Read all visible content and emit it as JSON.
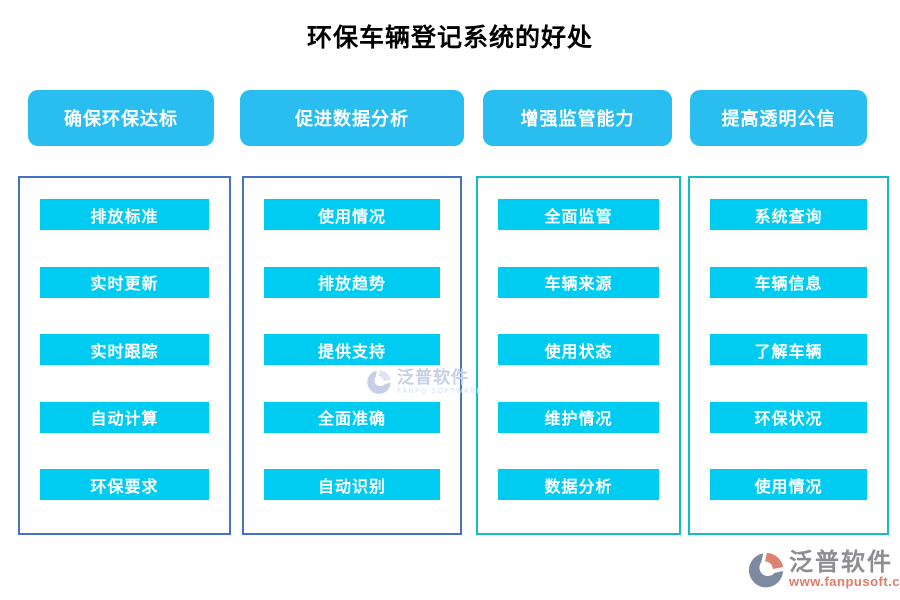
{
  "page": {
    "title": "环保车辆登记系统的好处"
  },
  "columns": [
    {
      "header": "确保环保达标",
      "items": [
        "排放标准",
        "实时更新",
        "实时跟踪",
        "自动计算",
        "环保要求"
      ]
    },
    {
      "header": "促进数据分析",
      "items": [
        "使用情况",
        "排放趋势",
        "提供支持",
        "全面准确",
        "自动识别"
      ]
    },
    {
      "header": "增强监管能力",
      "items": [
        "全面监管",
        "车辆来源",
        "使用状态",
        "维护情况",
        "数据分析"
      ]
    },
    {
      "header": "提高透明公信",
      "items": [
        "系统查询",
        "车辆信息",
        "了解车辆",
        "环保状况",
        "使用情况"
      ]
    }
  ],
  "watermark": {
    "brand": "泛普软件",
    "brand_sub": "FANPU SOFTWARE"
  },
  "footer_logo": {
    "brand": "泛普软件",
    "url": "www.fanpusoft.com"
  },
  "colors": {
    "header_bg": "#29bdf0",
    "item_bg": "#00ccf2",
    "column_border_blue": "#4472c4",
    "column_border_teal": "#13bcc4",
    "logo_text": "#8d8e94",
    "logo_url": "#e27a68"
  }
}
